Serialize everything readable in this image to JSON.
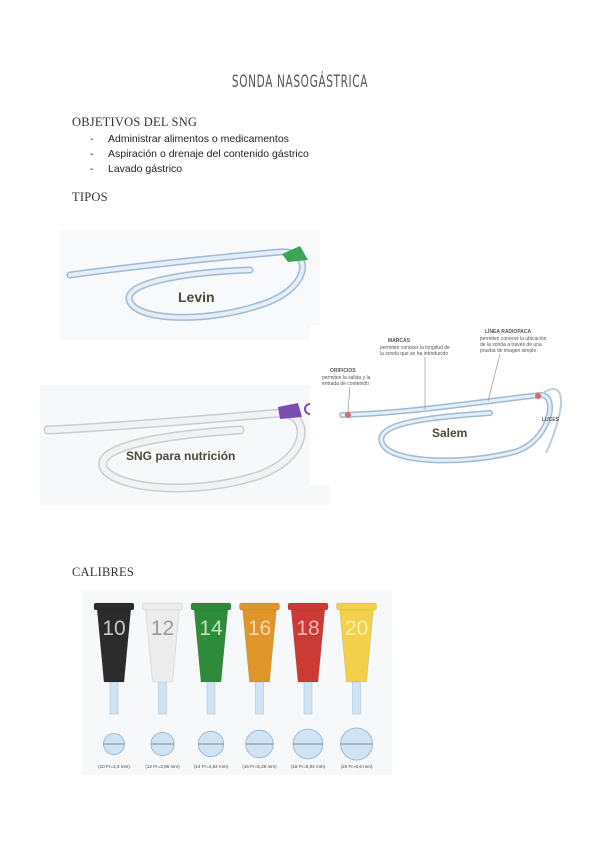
{
  "title": "SONDA NASOGÁSTRICA",
  "objectives": {
    "heading": "OBJETIVOS DEL SNG",
    "items": [
      "Administrar alimentos o medicamentos",
      "Aspiración o drenaje del contenido gástrico",
      "Lavado gástrico"
    ]
  },
  "types": {
    "heading": "TIPOS",
    "levin_label": "Levin",
    "nutrition_label": "SNG para nutrición",
    "salem_label": "Salem",
    "annotations": {
      "orificios": [
        "ORIFICIOS",
        "permiten la salida y la",
        "entrada de contenido"
      ],
      "marcas": [
        "MARCAS",
        "permiten conocer la longitud de",
        "la sonda que se ha introducido"
      ],
      "linea": [
        "LÍNEA RADIOPACA",
        "permiten conocer la ubicación",
        "de la sonda a través de una",
        "prueba de imagen simple"
      ],
      "luces": [
        "LUCES"
      ]
    }
  },
  "calibers": {
    "heading": "CALIBRES",
    "items": [
      {
        "number": "10",
        "color": "#2b2b2b",
        "text_color": "#c9c9c9",
        "measure": "(10 Fr=3,3 mm)",
        "diam": 3.3
      },
      {
        "number": "12",
        "color": "#ececec",
        "text_color": "#9a9a9a",
        "measure": "(12 Fr=3,96 mm)",
        "diam": 3.96
      },
      {
        "number": "14",
        "color": "#2e8b3a",
        "text_color": "#bfe3c4",
        "measure": "(14 Fr=4,62 mm)",
        "diam": 4.62
      },
      {
        "number": "16",
        "color": "#e0952a",
        "text_color": "#f6d9ad",
        "measure": "(16 Fr=5,28 mm)",
        "diam": 5.28
      },
      {
        "number": "18",
        "color": "#cc3a35",
        "text_color": "#f0b8b4",
        "measure": "(18 Fr=5,94 mm)",
        "diam": 5.94
      },
      {
        "number": "20",
        "color": "#f2d04a",
        "text_color": "#fbeeb5",
        "measure": "(20 Fr=6,6 mm)",
        "diam": 6.6
      }
    ]
  },
  "colors": {
    "tube": "#cfe0ee",
    "tube_edge": "#9fbad2",
    "green_connector": "#3aa655",
    "purple_connector": "#7b4db3"
  }
}
